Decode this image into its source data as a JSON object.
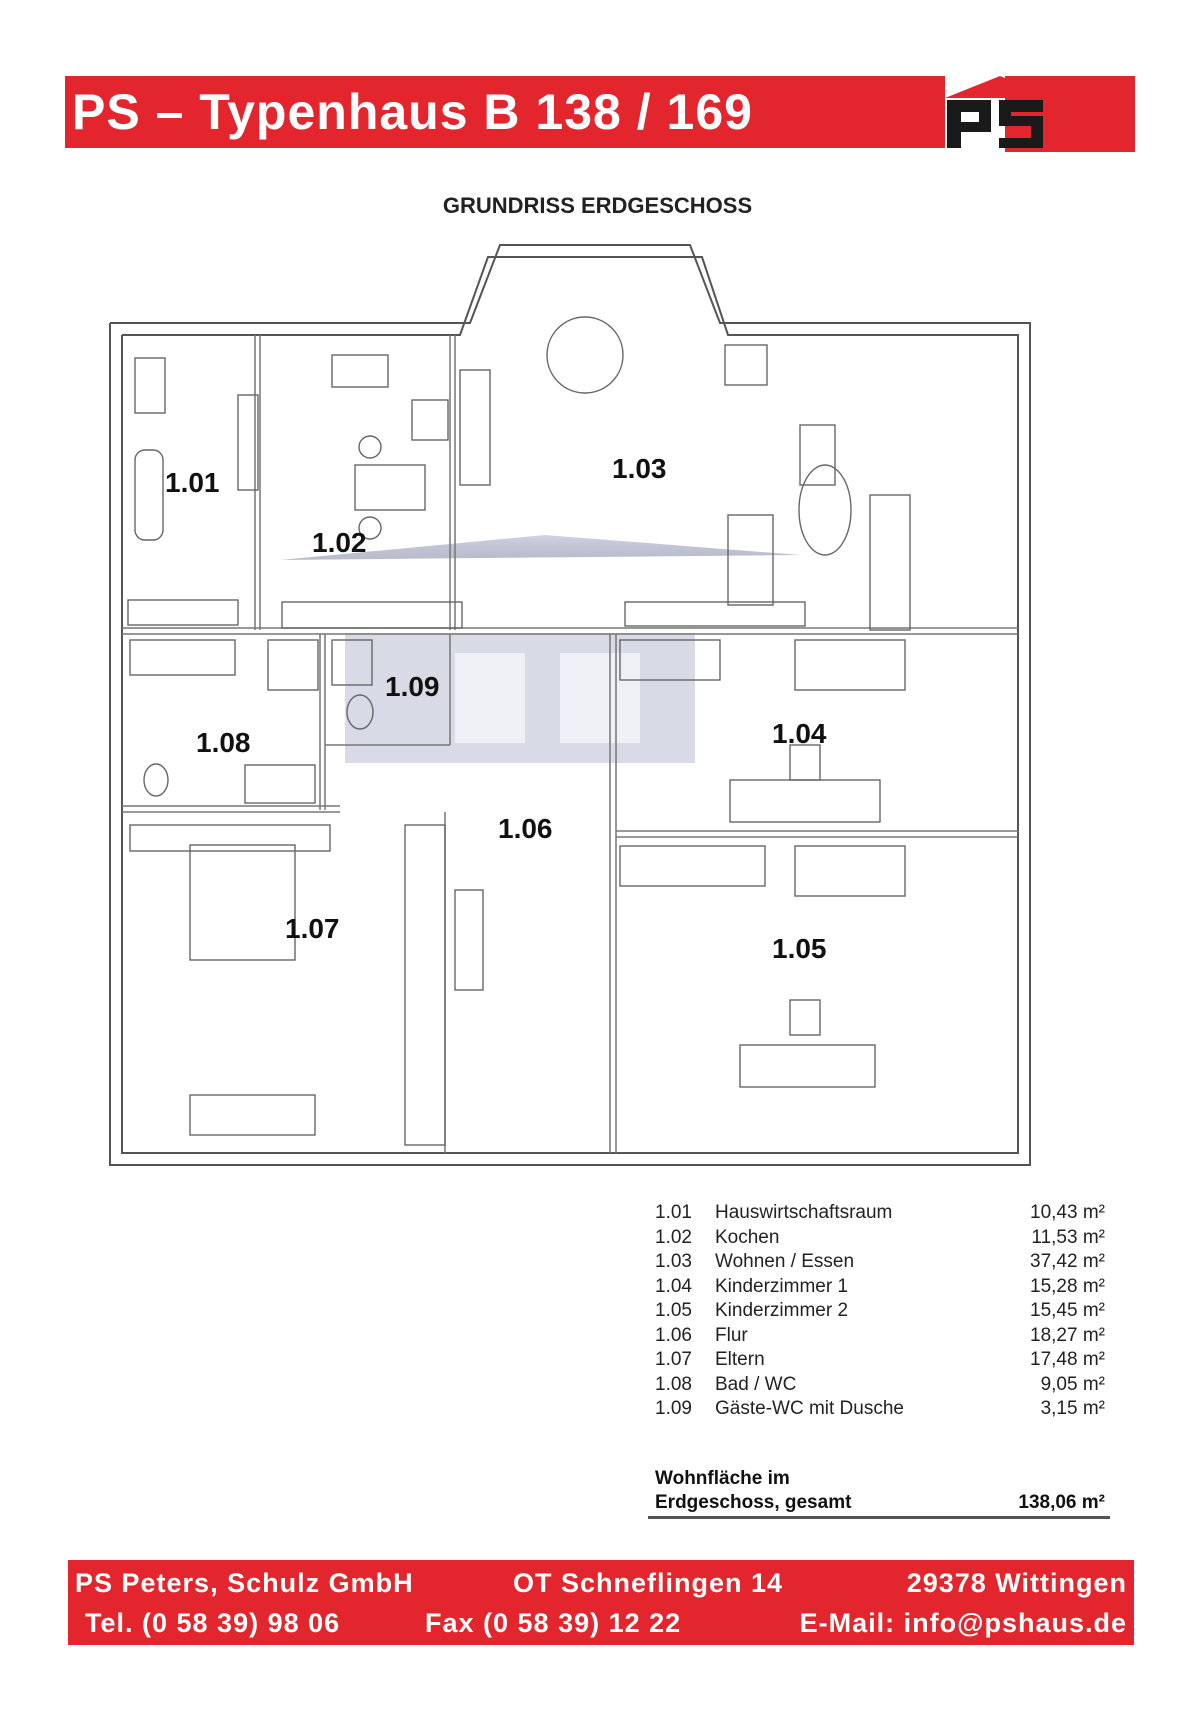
{
  "header": {
    "title": "PS – Typenhaus  B 138 / 169",
    "logo_text": "PS",
    "logo_icon": "ps-house-logo"
  },
  "subtitle": "GRUNDRISS ERDGESCHOSS",
  "rooms": {
    "r101": "1.01",
    "r102": "1.02",
    "r103": "1.03",
    "r104": "1.04",
    "r105": "1.05",
    "r106": "1.06",
    "r107": "1.07",
    "r108": "1.08",
    "r109": "1.09"
  },
  "areas": [
    {
      "code": "1.01",
      "name": "Hauswirtschaftsraum",
      "value": "10,43 m²"
    },
    {
      "code": "1.02",
      "name": "Kochen",
      "value": "11,53 m²"
    },
    {
      "code": "1.03",
      "name": "Wohnen / Essen",
      "value": "37,42 m²"
    },
    {
      "code": "1.04",
      "name": "Kinderzimmer 1",
      "value": "15,28 m²"
    },
    {
      "code": "1.05",
      "name": "Kinderzimmer 2",
      "value": "15,45 m²"
    },
    {
      "code": "1.06",
      "name": "Flur",
      "value": "18,27 m²"
    },
    {
      "code": "1.07",
      "name": "Eltern",
      "value": "17,48 m²"
    },
    {
      "code": "1.08",
      "name": "Bad / WC",
      "value": "9,05 m²"
    },
    {
      "code": "1.09",
      "name": "Gäste-WC mit Dusche",
      "value": "3,15 m²"
    }
  ],
  "total": {
    "line1": "Wohnfläche im",
    "line2": "Erdgeschoss, gesamt",
    "value": "138,06 m²"
  },
  "footer": {
    "company": "PS Peters, Schulz GmbH",
    "street": "OT Schneflingen 14",
    "city": "29378 Wittingen",
    "phone": "Tel. (0 58 39) 98 06",
    "fax": "Fax (0 58 39) 12 22",
    "email": "E-Mail: info@pshaus.de"
  },
  "colors": {
    "brand_red": "#e3262d",
    "wall": "#555555"
  }
}
